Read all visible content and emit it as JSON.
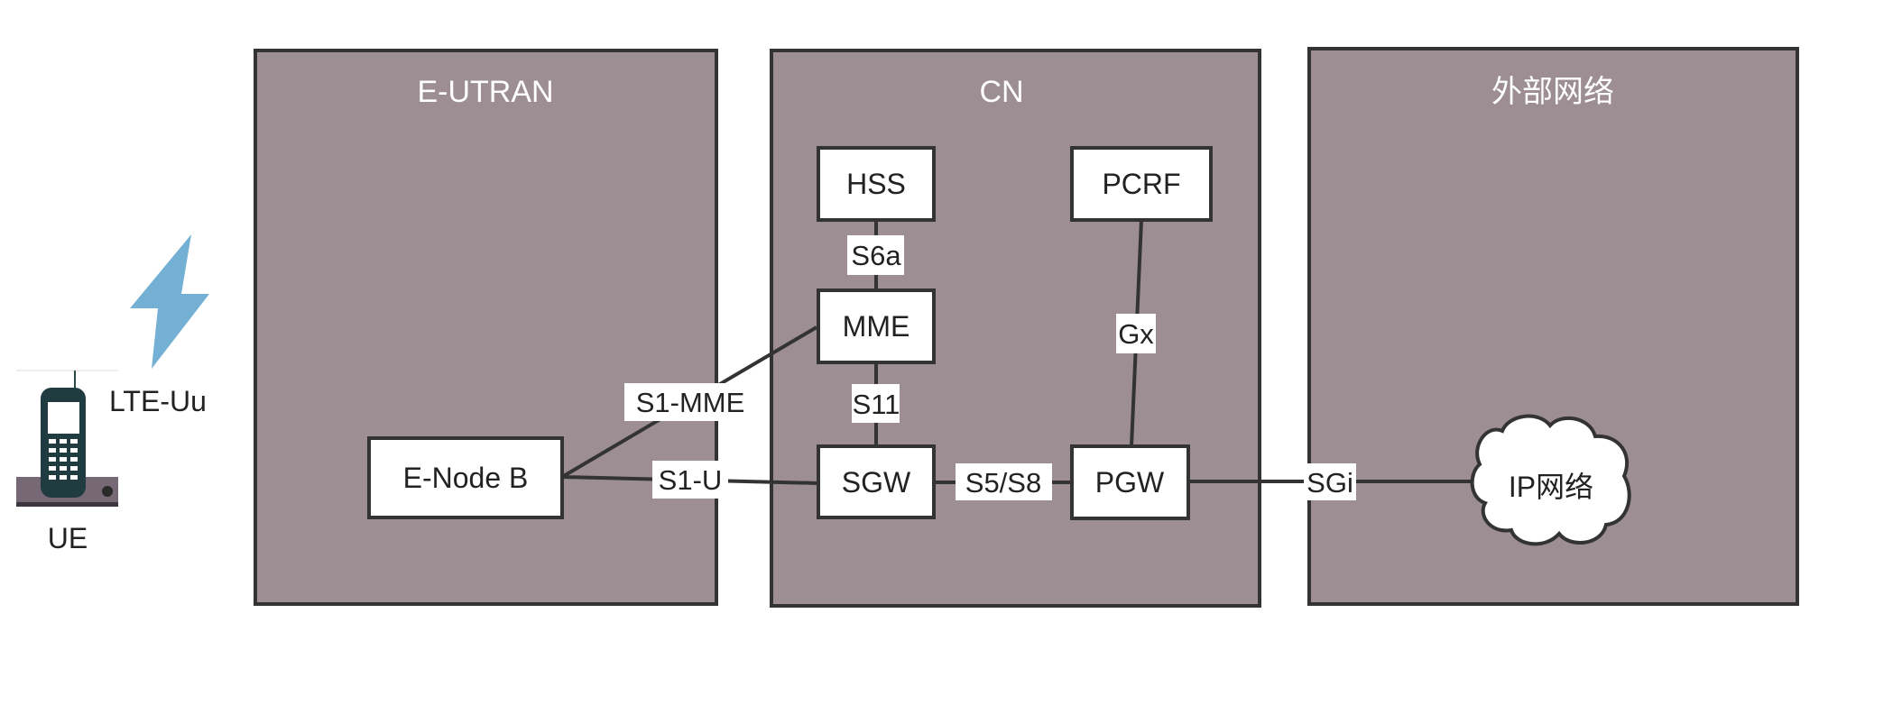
{
  "colors": {
    "region_fill": "#9c8e92",
    "border": "#333333",
    "node_fill": "#ffffff",
    "lightning": "#74b0d3",
    "title": "#ffffff"
  },
  "regions": {
    "eutran": "E-UTRAN",
    "cn": "CN",
    "external": "外部网络"
  },
  "nodes": {
    "enodeb": "E-Node B",
    "hss": "HSS",
    "mme": "MME",
    "sgw": "SGW",
    "pcrf": "PCRF",
    "pgw": "PGW",
    "ip_network": "IP网络"
  },
  "interfaces": {
    "s1_mme": "S1-MME",
    "s1_u": "S1-U",
    "s6a": "S6a",
    "s11": "S11",
    "gx": "Gx",
    "s5_s8": "S5/S8",
    "sgi": "SGi"
  },
  "ue": {
    "label": "UE",
    "air_interface": "LTE-Uu",
    "icon": "phone-icon",
    "signal_icon": "lightning-icon"
  }
}
